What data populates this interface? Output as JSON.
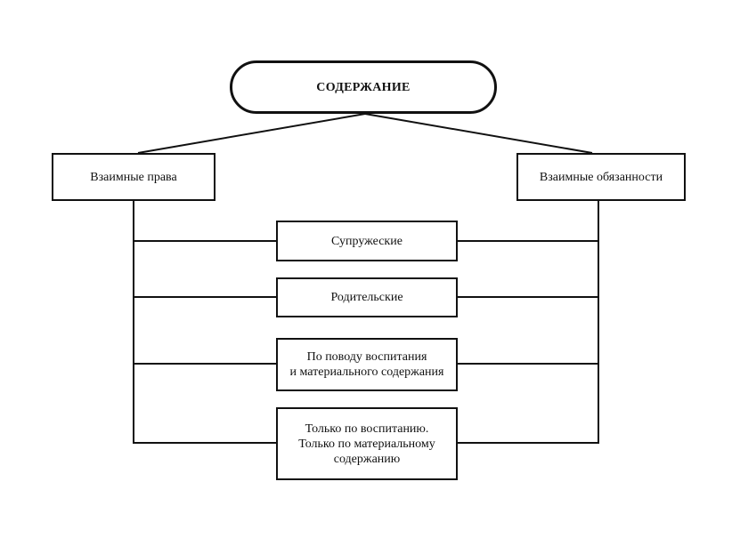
{
  "diagram": {
    "root": {
      "label": "СОДЕРЖАНИЕ"
    },
    "left": {
      "label": "Взаимные права"
    },
    "right": {
      "label": "Взаимные обязанности"
    },
    "items": [
      {
        "lines": [
          "Супружеские"
        ]
      },
      {
        "lines": [
          "Родительские"
        ]
      },
      {
        "lines": [
          "По поводу воспитания",
          "и материального содержания"
        ]
      },
      {
        "lines": [
          "Только по воспитанию.",
          "Только по материальному",
          "содержанию"
        ]
      }
    ]
  }
}
